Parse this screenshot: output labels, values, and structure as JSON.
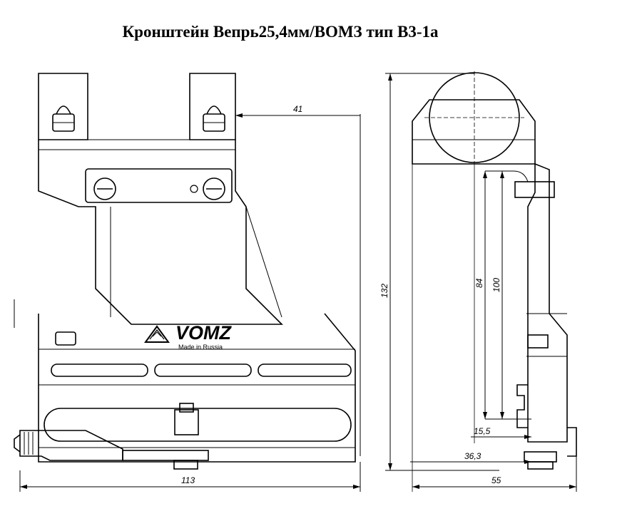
{
  "title": "Кронштейн Вепрь25,4мм/ВОМЗ тип В3-1а",
  "logo": {
    "brand": "VOMZ",
    "tagline": "Made in Russia"
  },
  "dimensions": {
    "d41": "41",
    "d132": "132",
    "d84": "84",
    "d100": "100",
    "d15_5": "15,5",
    "d36_3": "36,3",
    "d113": "113",
    "d55": "55"
  }
}
